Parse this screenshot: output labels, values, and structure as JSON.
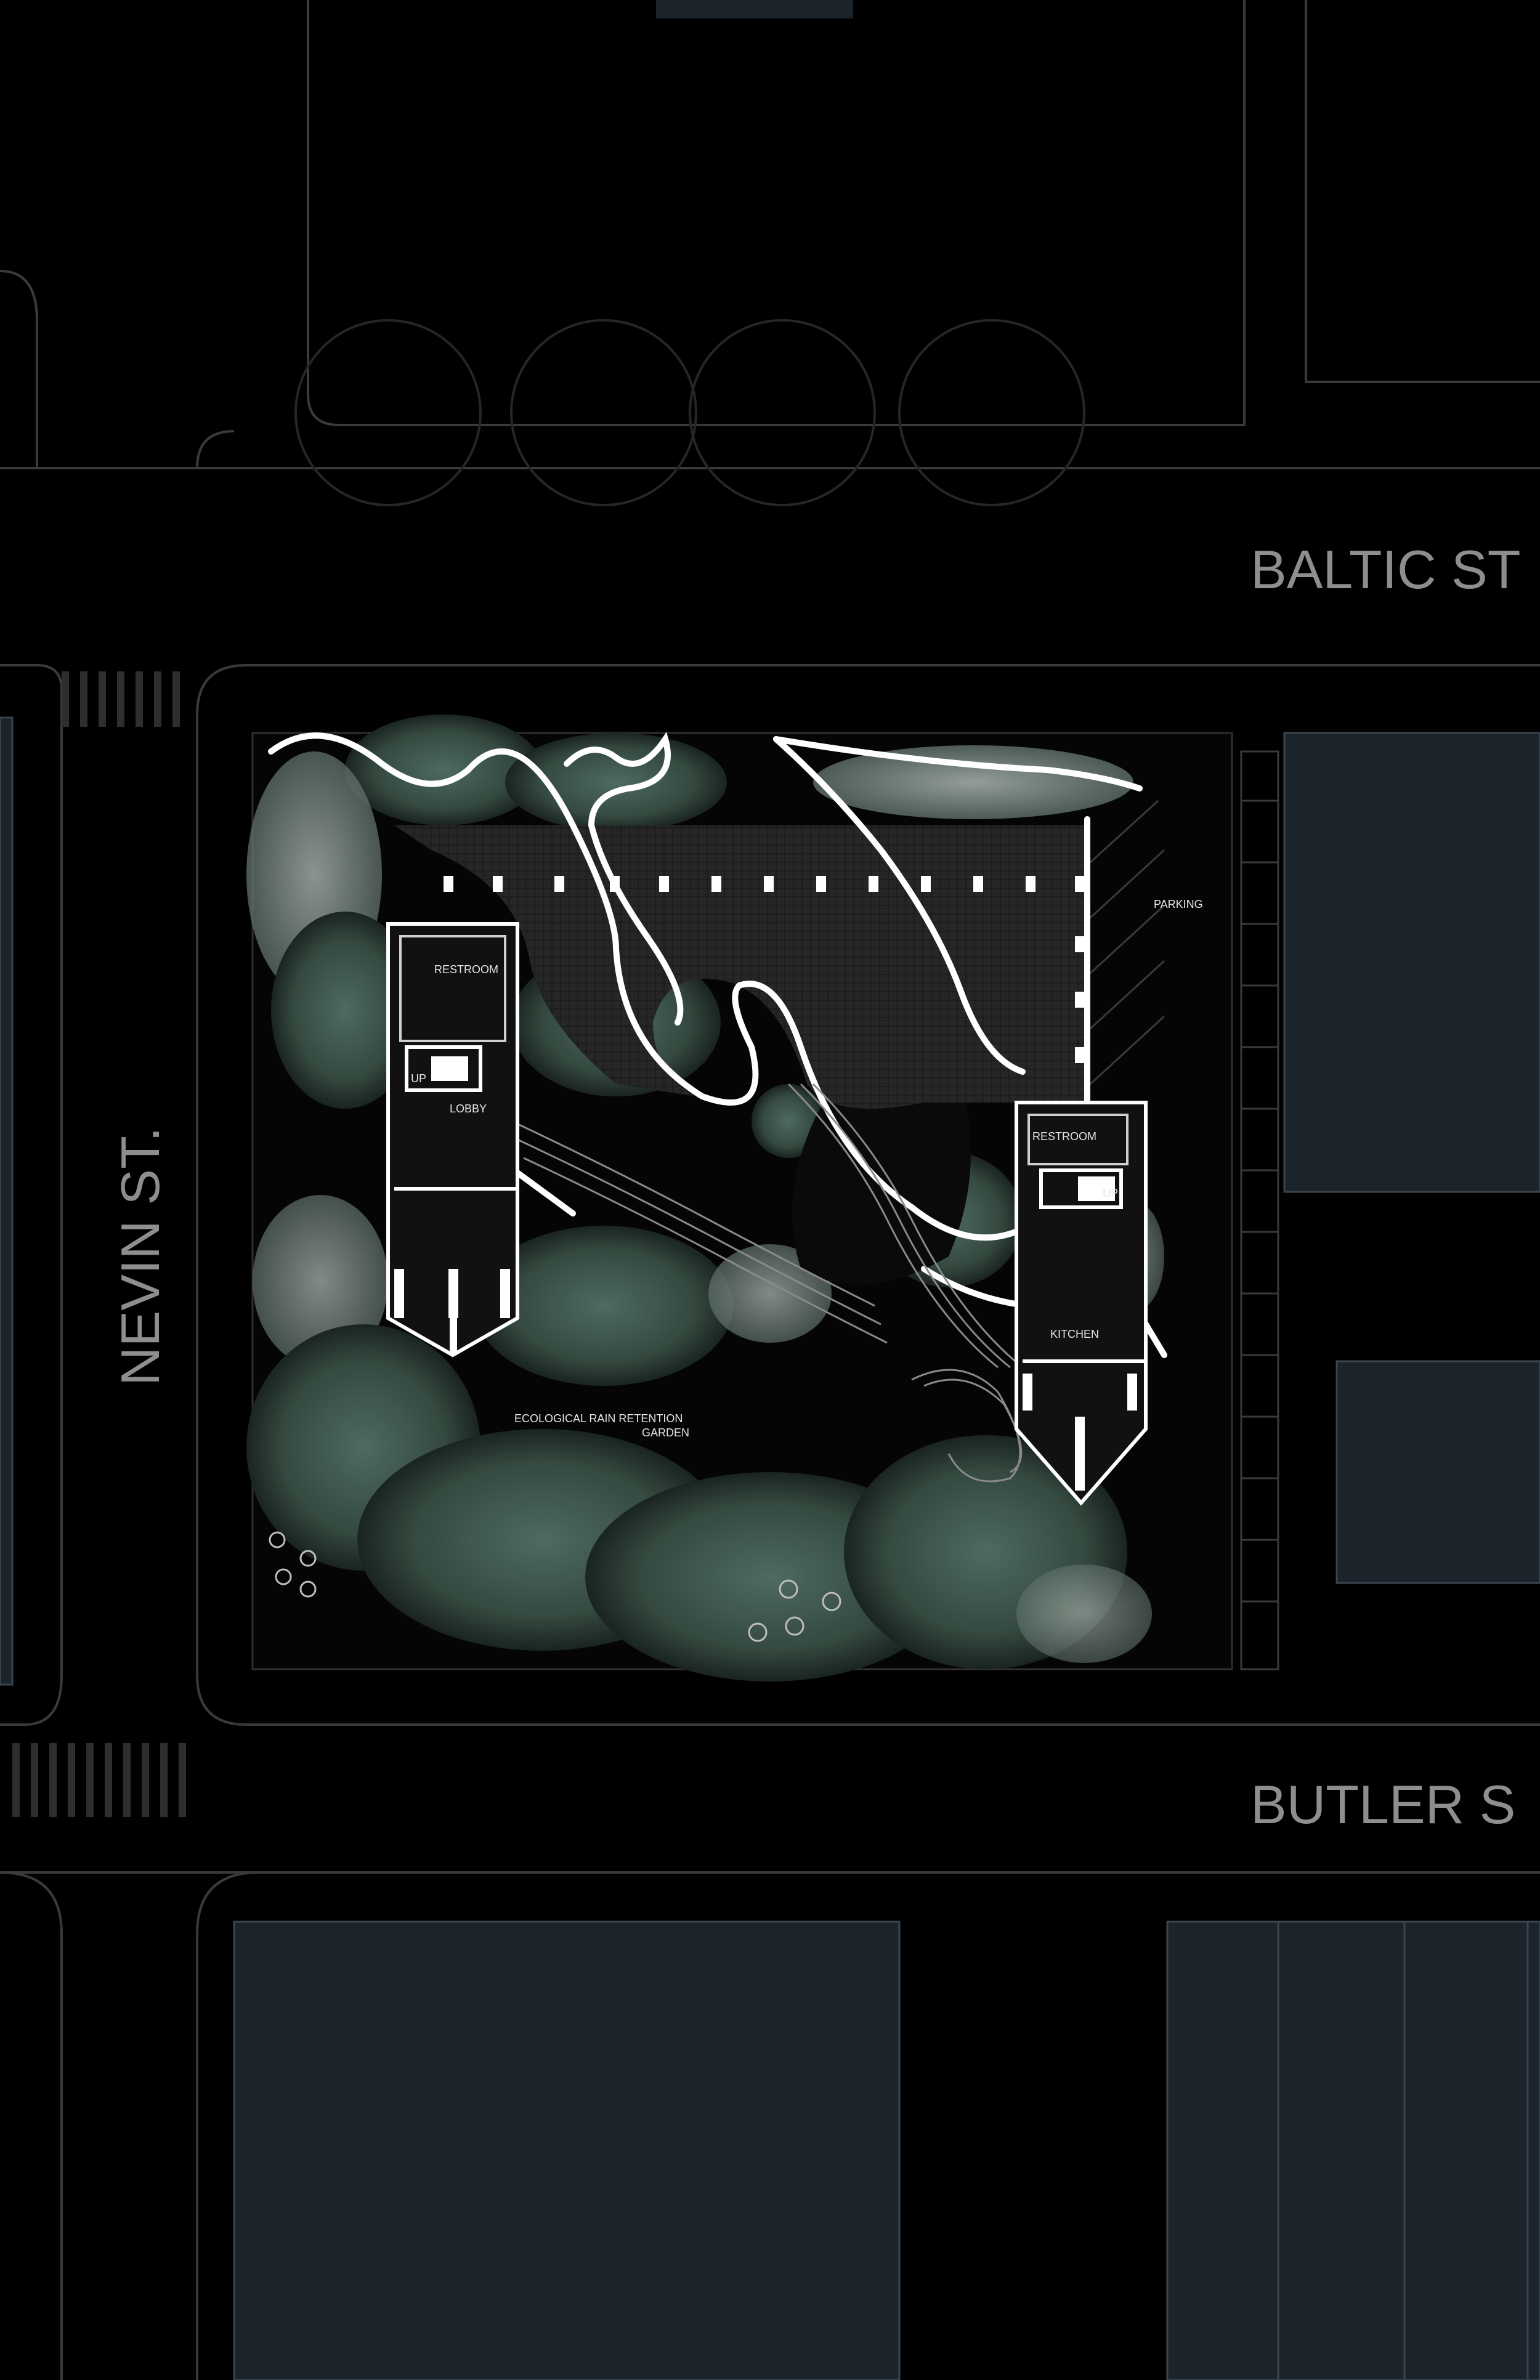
{
  "streets": {
    "north": "BALTIC ST",
    "south": "BUTLER S",
    "west": "NEVIN ST."
  },
  "labels": {
    "restroom_west": "RESTROOM",
    "restroom_east": "RESTROOM",
    "up_west": "UP",
    "up_east": "UP",
    "lobby": "LOBBY",
    "kitchen": "KITCHEN",
    "parking": "PARKING",
    "garden_line1": "ECOLOGICAL RAIN RETENTION",
    "garden_line2": "GARDEN"
  },
  "colors": {
    "background": "#000000",
    "street_line": "#3a3a3a",
    "building_block": "#1c242b",
    "vegetation": "#3f5a52",
    "vegetation_light": "#9aa9a2",
    "path_white": "#ffffff",
    "parking_grid": "#2a2a2a"
  }
}
